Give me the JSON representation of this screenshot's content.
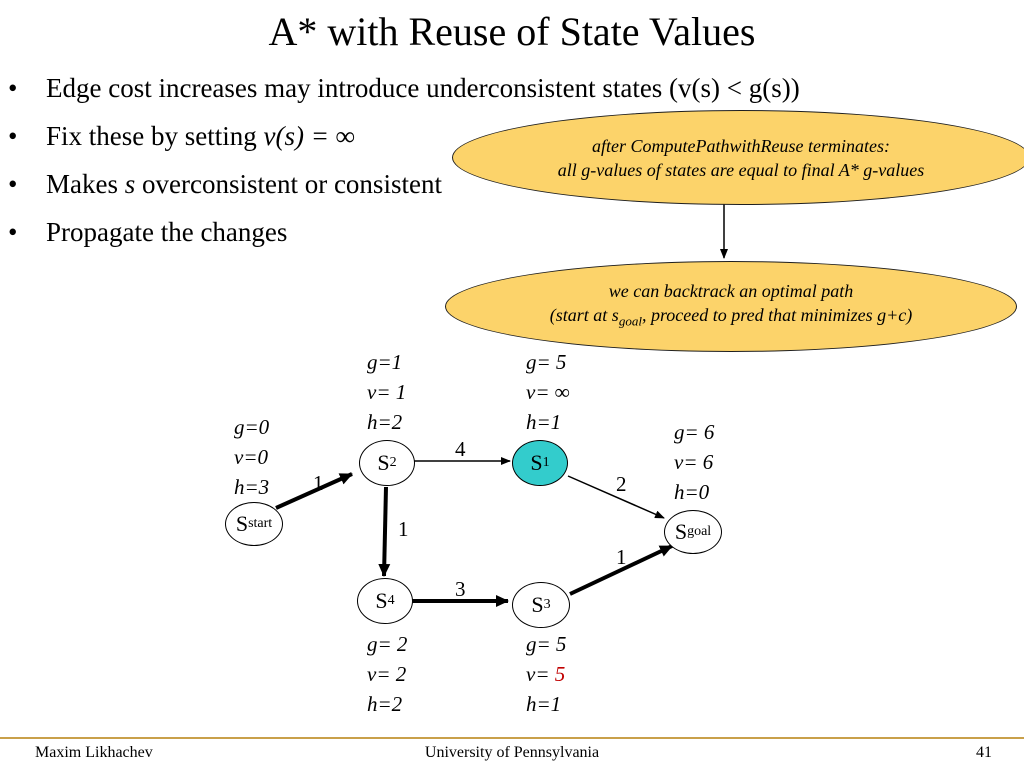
{
  "slide": {
    "title": "A* with Reuse of State Values",
    "bullet_glyph": "•",
    "bullets": {
      "b1": "Edge cost increases may introduce underconsistent states (v(s) < g(s))",
      "b2_pre": "Fix these by setting ",
      "b2_expr": "v(s) = ∞",
      "b3_pre": "Makes ",
      "b3_var": "s",
      "b3_post": " overconsistent or consistent",
      "b4": "Propagate the changes"
    },
    "callout1": {
      "line1": "after ComputePathwithReuse terminates:",
      "line2": "all g-values of states are equal to final A* g-values"
    },
    "callout2": {
      "line1": "we can backtrack an optimal path",
      "line2_a": "(start at s",
      "line2_sub": "goal",
      "line2_b": ", proceed to pred that minimizes g+c)"
    },
    "footer": {
      "author": "Maxim Likhachev",
      "institution": "University of Pennsylvania",
      "page": "41"
    }
  },
  "graph": {
    "nodes": {
      "start": {
        "base": "S",
        "sub": "start",
        "g": "g=0",
        "v": "v=0",
        "h": "h=3"
      },
      "s2": {
        "base": "S",
        "sub": "2",
        "g": "g=1",
        "v": "v= 1",
        "h": "h=2"
      },
      "s1": {
        "base": "S",
        "sub": "1",
        "g": "g= 5",
        "v": "v= ∞",
        "h": "h=1",
        "fill": "#33cccc"
      },
      "goal": {
        "base": "S",
        "sub": "goal",
        "g": "g= 6",
        "v": "v= 6",
        "h": "h=0"
      },
      "s4": {
        "base": "S",
        "sub": "4",
        "g": "g= 2",
        "v": "v= 2",
        "h": "h=2"
      },
      "s3": {
        "base": "S",
        "sub": "3",
        "g": "g= 5",
        "v_prefix": "v= ",
        "v_val": "5",
        "h": "h=1",
        "v_val_color": "#c00000"
      }
    },
    "edges": [
      {
        "from": "start",
        "to": "s2",
        "cost": "1",
        "bold": true
      },
      {
        "from": "s2",
        "to": "s1",
        "cost": "4",
        "bold": false
      },
      {
        "from": "s2",
        "to": "s4",
        "cost": "1",
        "bold": true
      },
      {
        "from": "s1",
        "to": "goal",
        "cost": "2",
        "bold": false
      },
      {
        "from": "s4",
        "to": "s3",
        "cost": "3",
        "bold": true
      },
      {
        "from": "s3",
        "to": "goal",
        "cost": "1",
        "bold": true
      }
    ]
  },
  "colors": {
    "callout_fill": "#fcd36a",
    "highlight_node": "#33cccc",
    "footer_rule": "#c9a04a",
    "accent_red": "#c00000"
  }
}
